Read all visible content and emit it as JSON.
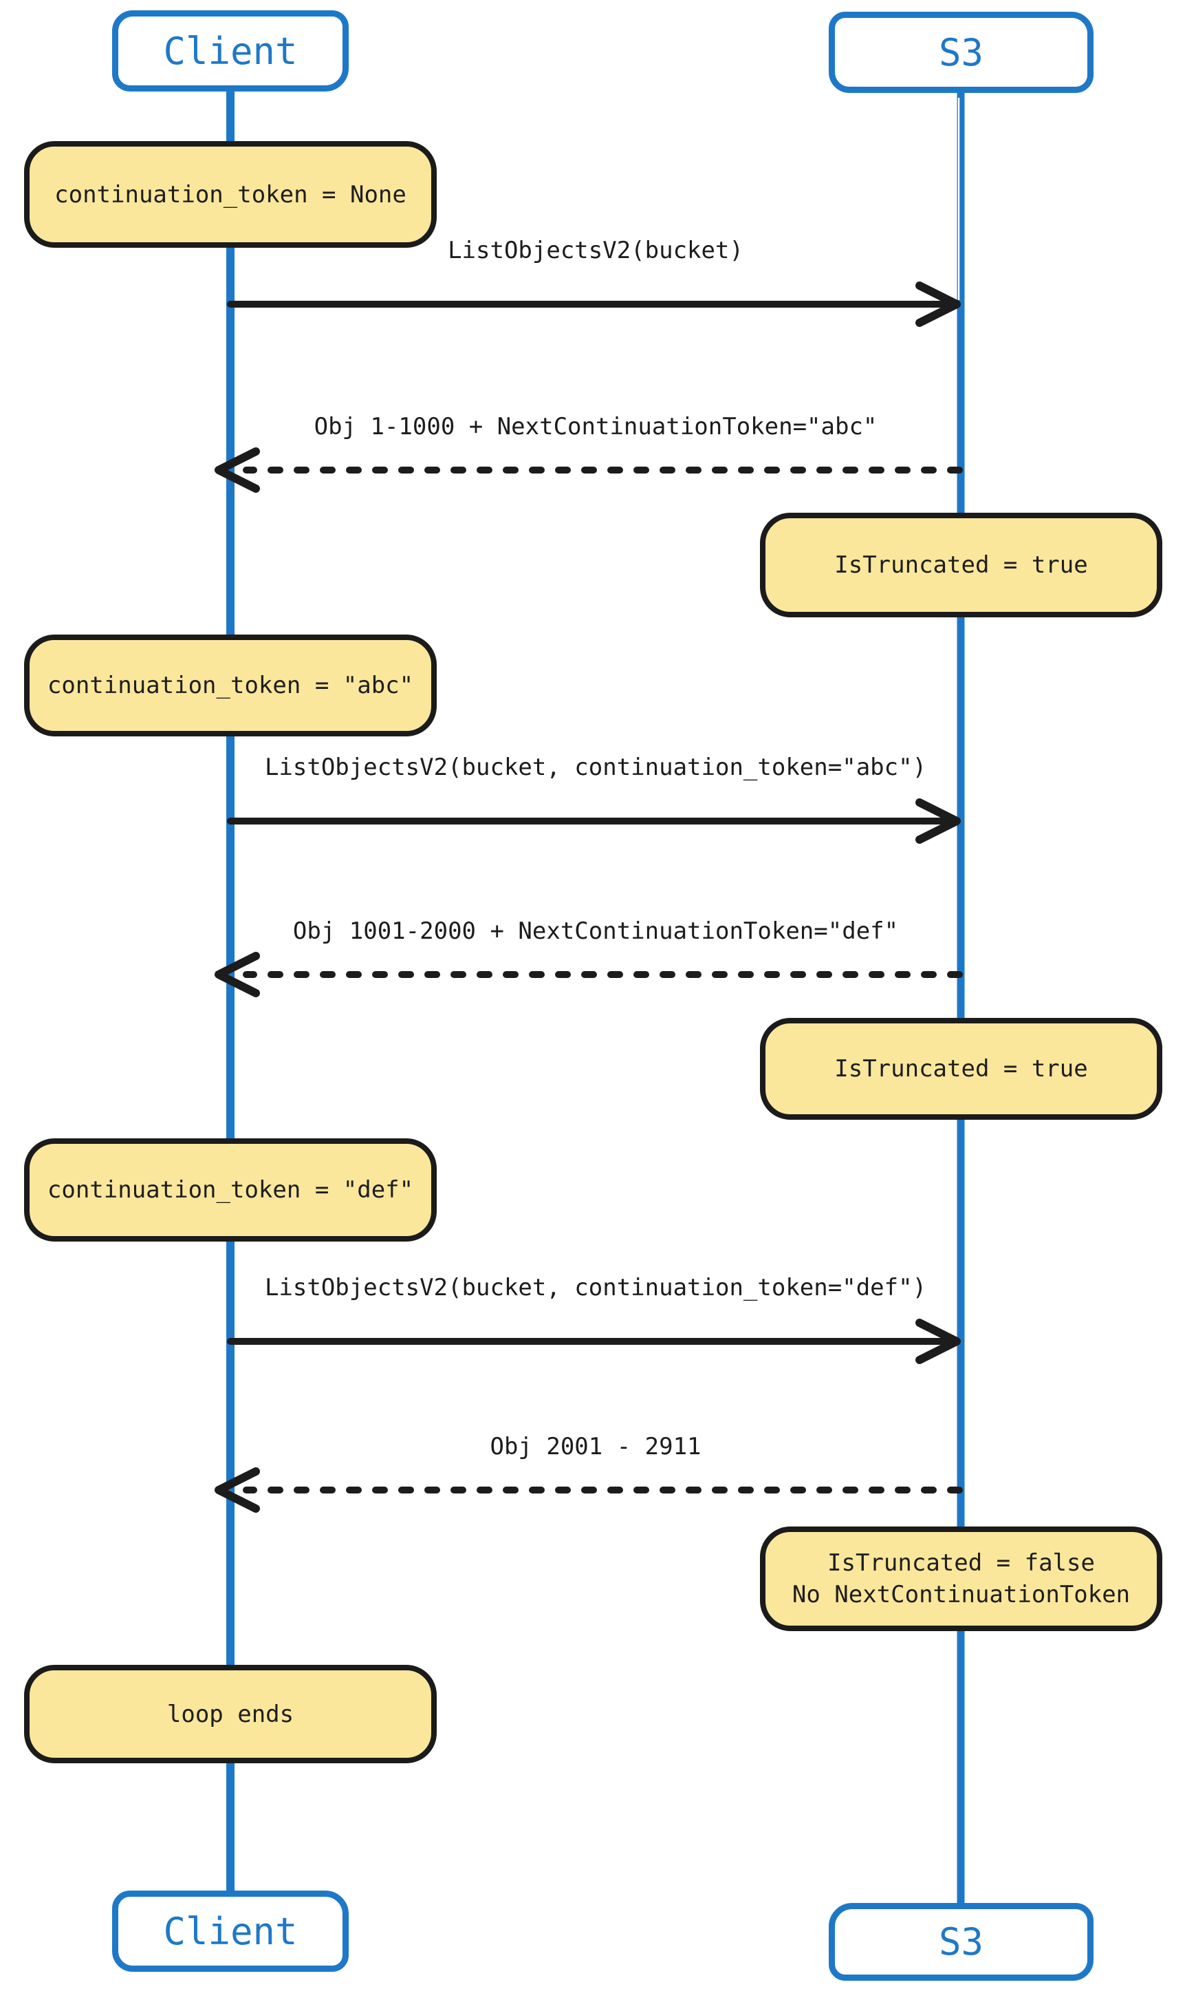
{
  "diagram_type": "sequence",
  "colors": {
    "actor_stroke": "#1E78C8",
    "actor_text": "#1E78C8",
    "lifeline": "#1E78C8",
    "note_fill": "#FAE79B",
    "note_stroke": "#1B1B1B",
    "note_text": "#1E1E1E",
    "message_color": "#1C1C1C",
    "background": "#FFFFFF"
  },
  "actors": [
    {
      "id": "client",
      "label": "Client"
    },
    {
      "id": "s3",
      "label": "S3"
    }
  ],
  "notes": [
    {
      "over": "client",
      "text": "continuation_token = None"
    },
    {
      "over": "s3",
      "text": "IsTruncated = true"
    },
    {
      "over": "client",
      "text": "continuation_token = \"abc\""
    },
    {
      "over": "s3",
      "text": "IsTruncated = true"
    },
    {
      "over": "client",
      "text": "continuation_token = \"def\""
    },
    {
      "over": "s3",
      "lines": [
        "IsTruncated = false",
        "No NextContinuationToken"
      ]
    },
    {
      "over": "client",
      "text": "loop ends"
    }
  ],
  "messages": [
    {
      "from": "client",
      "to": "s3",
      "style": "solid",
      "label": "ListObjectsV2(bucket)"
    },
    {
      "from": "s3",
      "to": "client",
      "style": "dashed",
      "label": "Obj 1-1000 + NextContinuationToken=\"abc\""
    },
    {
      "from": "client",
      "to": "s3",
      "style": "solid",
      "label": "ListObjectsV2(bucket, continuation_token=\"abc\")"
    },
    {
      "from": "s3",
      "to": "client",
      "style": "dashed",
      "label": "Obj 1001-2000 + NextContinuationToken=\"def\""
    },
    {
      "from": "client",
      "to": "s3",
      "style": "solid",
      "label": "ListObjectsV2(bucket, continuation_token=\"def\")"
    },
    {
      "from": "s3",
      "to": "client",
      "style": "dashed",
      "label": "Obj 2001 - 2911"
    }
  ]
}
